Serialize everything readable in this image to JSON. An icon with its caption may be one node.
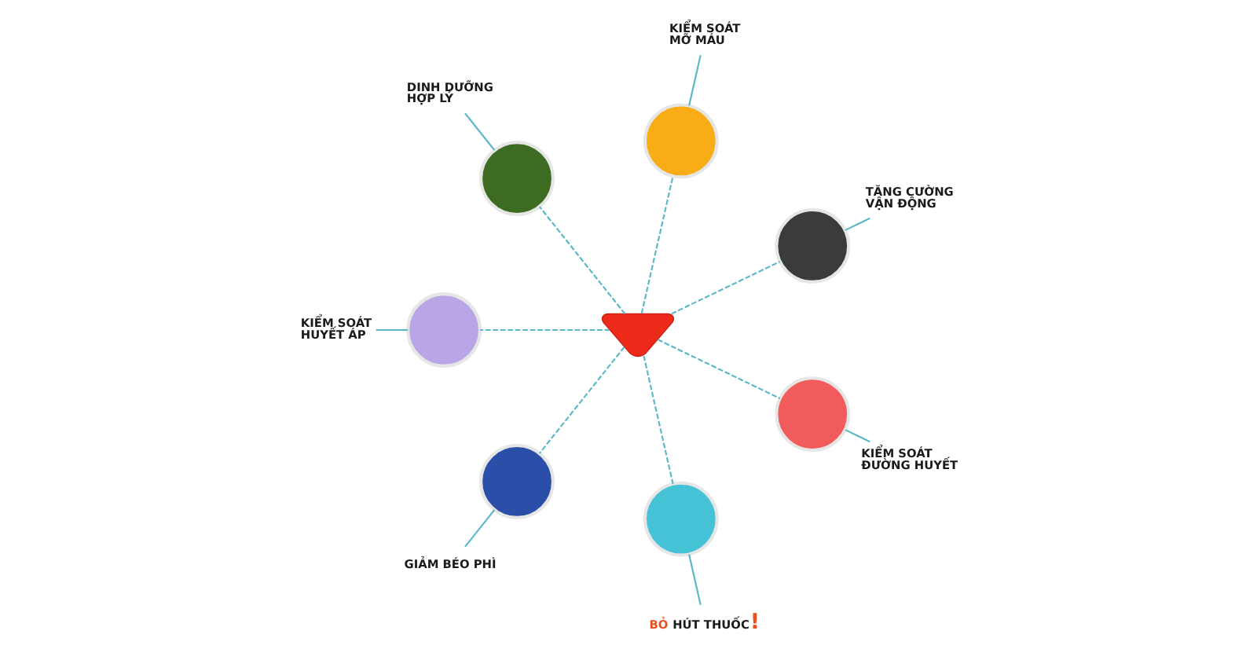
{
  "diagram": {
    "nodes": [
      {
        "text": [],
        "shape": "heart"
      },
      {
        "text": [
          "KIỂM SOÁT MỠ MÁU"
        ]
      },
      {
        "text": [],
        "shape": "circle"
      },
      {
        "text": [
          "DINH DƯỠNG HỢP LÝ"
        ]
      },
      {
        "text": [],
        "shape": "circle"
      },
      {
        "text": [
          "TĂNG CƯỜNG VẬN ĐỘNG"
        ]
      },
      {
        "text": [],
        "shape": "circle"
      },
      {
        "text": [
          "KIỂM SOÁT HUYẾT ÁP"
        ]
      },
      {
        "text": [],
        "shape": "circle"
      },
      {
        "text": [
          "KIỂM SOÁT ĐƯỜNG HUYẾT"
        ]
      },
      {
        "text": [],
        "shape": "circle"
      },
      {
        "text": [
          "GIẢM BÉO PHÌ"
        ]
      },
      {
        "text": [],
        "shape": "circle"
      },
      {
        "text": [
          "BỎ HÚT THUỐC!"
        ]
      },
      {
        "text": [],
        "shape": "circle"
      }
    ],
    "edges": [
      {
        "from": 0,
        "to": 2,
        "arrow": "none",
        "style": "dashed"
      },
      {
        "from": 1,
        "to": 2,
        "arrow": "none"
      },
      {
        "from": 0,
        "to": 4,
        "arrow": "none",
        "style": "dashed"
      },
      {
        "from": 3,
        "to": 4,
        "arrow": "none"
      },
      {
        "from": 0,
        "to": 6,
        "arrow": "none",
        "style": "dashed"
      },
      {
        "from": 5,
        "to": 6,
        "arrow": "none"
      },
      {
        "from": 0,
        "to": 8,
        "arrow": "none",
        "style": "dashed"
      },
      {
        "from": 7,
        "to": 8,
        "arrow": "none"
      },
      {
        "from": 0,
        "to": 10,
        "arrow": "none",
        "style": "dashed"
      },
      {
        "from": 9,
        "to": 10,
        "arrow": "none"
      },
      {
        "from": 0,
        "to": 12,
        "arrow": "none",
        "style": "dashed"
      },
      {
        "from": 11,
        "to": 12,
        "arrow": "none"
      },
      {
        "from": 0,
        "to": 14,
        "arrow": "none",
        "style": "dashed"
      },
      {
        "from": 13,
        "to": 14,
        "arrow": "none"
      }
    ]
  }
}
